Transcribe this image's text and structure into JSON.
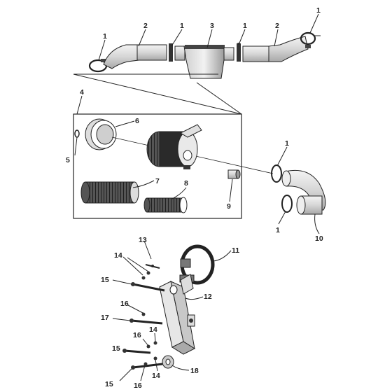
{
  "callouts": {
    "c1_top_left": "1",
    "c2_top_left": "2",
    "c1_top_mid_left": "1",
    "c3": "3",
    "c1_top_mid_right": "1",
    "c2_top_right": "2",
    "c1_top_right": "1",
    "c4": "4",
    "c5": "5",
    "c6": "6",
    "c7": "7",
    "c8": "8",
    "c9": "9",
    "c1_elbow_upper": "1",
    "c1_elbow_lower": "1",
    "c10": "10",
    "c11": "11",
    "c12": "12",
    "c13": "13",
    "c14_upper": "14",
    "c15_upper": "15",
    "c16_upper": "16",
    "c17": "17",
    "c14_lower_a": "14",
    "c16_lower_a": "16",
    "c15_lower_a": "15",
    "c14_lower_b": "14",
    "c15_lower_b": "15",
    "c16_lower_b": "16",
    "c18": "18"
  }
}
